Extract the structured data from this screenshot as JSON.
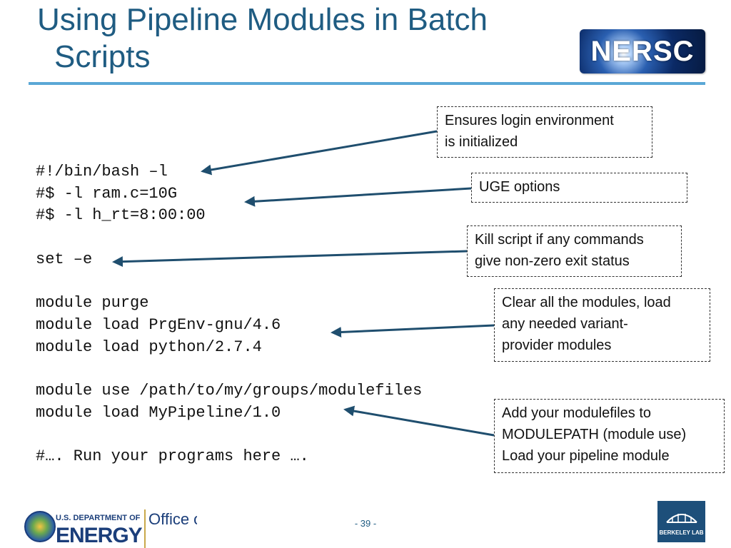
{
  "slide": {
    "title_line1": "Using Pipeline Modules in Batch",
    "title_line2": "Scripts",
    "page_number": "- 39 -"
  },
  "logos": {
    "nersc": "NERSC",
    "doe_department": "U.S. DEPARTMENT OF",
    "doe_energy": "ENERGY",
    "doe_office": "Office of Science",
    "berkeley_lab": "BERKELEY LAB"
  },
  "code": {
    "lines": [
      "#!/bin/bash –l",
      "#$ -l ram.c=10G",
      "#$ -l h_rt=8:00:00",
      "",
      "set –e",
      "",
      "module purge",
      "module load PrgEnv-gnu/4.6",
      "module load python/2.7.4",
      "",
      "module use /path/to/my/groups/modulefiles",
      "module load MyPipeline/1.0",
      "",
      "#…. Run your programs here …."
    ]
  },
  "callouts": [
    {
      "lines": [
        "Ensures login environment",
        "is initialized"
      ]
    },
    {
      "lines": [
        "UGE options"
      ]
    },
    {
      "lines": [
        "Kill script if any commands",
        "give non-zero exit status"
      ]
    },
    {
      "lines": [
        "Clear all the modules, load",
        "any needed variant-",
        "provider modules"
      ]
    },
    {
      "lines": [
        "Add your modulefiles to",
        "MODULEPATH (module use)",
        "Load your pipeline module"
      ]
    }
  ],
  "colors": {
    "title": "#1f5c82",
    "rule": "#5aa7d6",
    "arrow": "#1f4e6e"
  }
}
